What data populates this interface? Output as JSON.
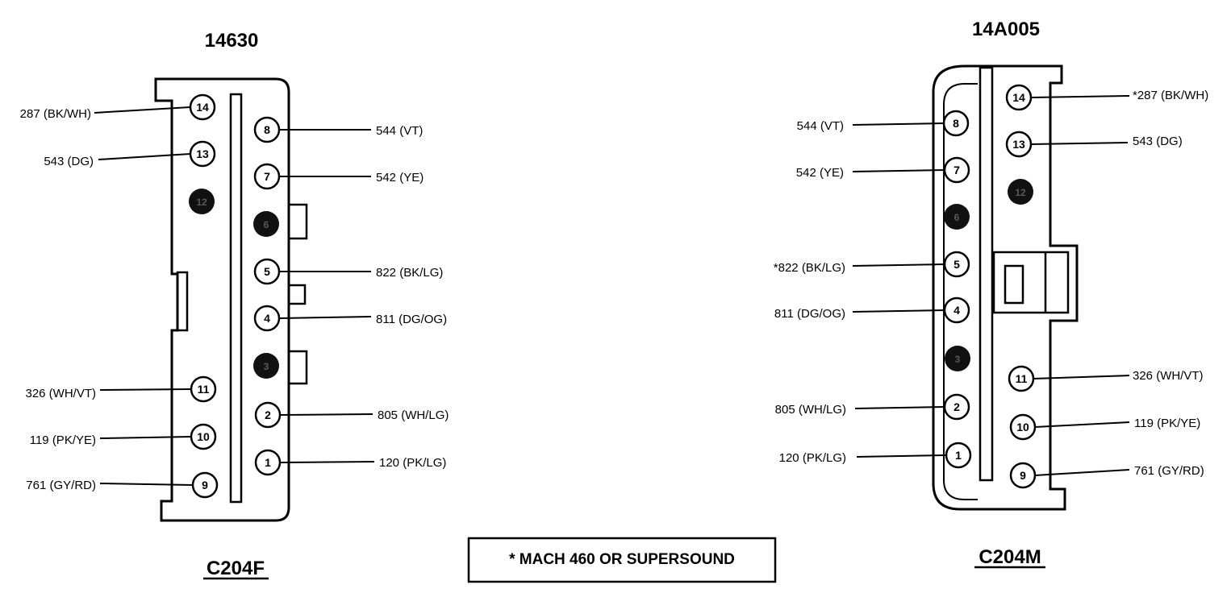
{
  "left_connector": {
    "part_number": "14630",
    "connector_id": "C204F",
    "pins": [
      {
        "pin": "14",
        "wire": "287 (BK/WH)",
        "filled": false
      },
      {
        "pin": "8",
        "wire": "544 (VT)",
        "filled": false
      },
      {
        "pin": "13",
        "wire": "543 (DG)",
        "filled": false
      },
      {
        "pin": "7",
        "wire": "542 (YE)",
        "filled": false
      },
      {
        "pin": "12",
        "wire": "",
        "filled": true
      },
      {
        "pin": "6",
        "wire": "",
        "filled": true
      },
      {
        "pin": "5",
        "wire": "822 (BK/LG)",
        "filled": false
      },
      {
        "pin": "4",
        "wire": "811 (DG/OG)",
        "filled": false
      },
      {
        "pin": "3",
        "wire": "",
        "filled": true
      },
      {
        "pin": "11",
        "wire": "326 (WH/VT)",
        "filled": false
      },
      {
        "pin": "2",
        "wire": "805 (WH/LG)",
        "filled": false
      },
      {
        "pin": "10",
        "wire": "119 (PK/YE)",
        "filled": false
      },
      {
        "pin": "1",
        "wire": "120 (PK/LG)",
        "filled": false
      },
      {
        "pin": "9",
        "wire": "761 (GY/RD)",
        "filled": false
      }
    ]
  },
  "right_connector": {
    "part_number": "14A005",
    "connector_id": "C204M",
    "pins": [
      {
        "pin": "14",
        "wire": "*287 (BK/WH)",
        "filled": false
      },
      {
        "pin": "8",
        "wire": "544 (VT)",
        "filled": false
      },
      {
        "pin": "13",
        "wire": "543 (DG)",
        "filled": false
      },
      {
        "pin": "7",
        "wire": "542 (YE)",
        "filled": false
      },
      {
        "pin": "12",
        "wire": "",
        "filled": true
      },
      {
        "pin": "6",
        "wire": "",
        "filled": true
      },
      {
        "pin": "5",
        "wire": "*822 (BK/LG)",
        "filled": false
      },
      {
        "pin": "4",
        "wire": "811 (DG/OG)",
        "filled": false
      },
      {
        "pin": "3",
        "wire": "",
        "filled": true
      },
      {
        "pin": "11",
        "wire": "326 (WH/VT)",
        "filled": false
      },
      {
        "pin": "2",
        "wire": "805 (WH/LG)",
        "filled": false
      },
      {
        "pin": "10",
        "wire": "119 (PK/YE)",
        "filled": false
      },
      {
        "pin": "1",
        "wire": "120 (PK/LG)",
        "filled": false
      },
      {
        "pin": "9",
        "wire": "761 (GY/RD)",
        "filled": false
      }
    ]
  },
  "note": "*  MACH 460 OR SUPERSOUND",
  "colors": {
    "line": "#000000",
    "background": "#ffffff",
    "filled_pin": "#111111"
  }
}
